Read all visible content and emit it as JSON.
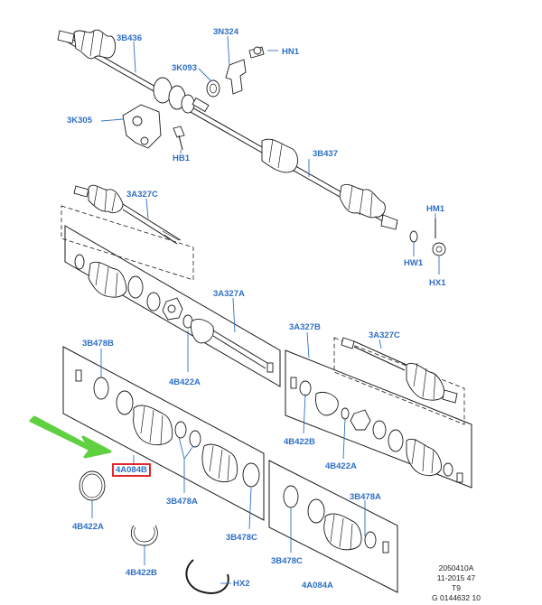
{
  "callouts": {
    "c_3B436": "3B436",
    "c_3N324": "3N324",
    "c_HN1": "HN1",
    "c_3K093": "3K093",
    "c_3K305": "3K305",
    "c_HB1": "HB1",
    "c_3B437": "3B437",
    "c_3A327C_top": "3A327C",
    "c_HM1": "HM1",
    "c_HW1": "HW1",
    "c_HX1": "HX1",
    "c_3A327A": "3A327A",
    "c_3A327B": "3A327B",
    "c_3A327C_right": "3A327C",
    "c_3B478B": "3B478B",
    "c_4B422A_mid": "4B422A",
    "c_4B422B_mid": "4B422B",
    "c_4B422A_right": "4B422A",
    "c_4A084B": "4A084B",
    "c_3B478A_left": "3B478A",
    "c_3B478C_left": "3B478C",
    "c_3B478A_right": "3B478A",
    "c_4B422A_low": "4B422A",
    "c_3B478C_right": "3B478C",
    "c_4B422B_low": "4B422B",
    "c_HX2": "HX2",
    "c_4A084A": "4A084A"
  },
  "footer": {
    "line1": "2050410A",
    "line2": "11-2015 47",
    "line3": "T9",
    "line4": "G 0144632 10"
  },
  "colors": {
    "callout": "#2f6fc4",
    "highlight_border": "#e3262b",
    "arrow": "#5fd03f",
    "linework": "#1a1a1a"
  }
}
